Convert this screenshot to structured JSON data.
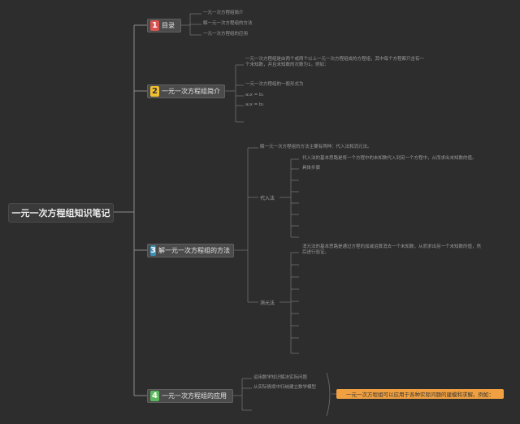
{
  "root": {
    "label": "一元一次方程组知识笔记"
  },
  "branches": [
    {
      "number": "1",
      "label": "目录",
      "badge_color": "#d9534f"
    },
    {
      "number": "2",
      "label": "一元一次方程组简介",
      "badge_color": "#f0c030"
    },
    {
      "number": "3",
      "label": "解一元一次方程组的方法",
      "badge_color": "#3a8fb7"
    },
    {
      "number": "4",
      "label": "一元一次方程组的应用",
      "badge_color": "#5cb85c"
    }
  ],
  "toc_items": [
    "一元一次方程组简介",
    "解一元一次方程组的方法",
    "一元一次方程组的应用"
  ],
  "intro": {
    "definition": "一元一次方程组是由两个或两个以上一元一次方程组成的方程组，其中每个方程都只含有一个未知数，并且未知数的次数为1。例如：",
    "general_form": "一元一次方程组的一般形式为",
    "lines": [
      "a₁x = b₁",
      "a₂x = b₂"
    ]
  },
  "methods": {
    "intro": "解一元一次方程组的方法主要有两种：代入法和消元法。",
    "substitution": {
      "label": "代入法",
      "desc": "代入法的基本思路是将一个方程中的未知数代入到另一个方程中，从而求出未知数的值。",
      "steps_label": "具体步骤"
    },
    "elimination": {
      "label": "消元法",
      "desc": "消元法的基本思路是通过方程的加减运算消去一个未知数，从而求出另一个未知数的值，然后进行验证。"
    }
  },
  "application": {
    "items": [
      "运用数学知识解决实际问题",
      "从实际情境中归纳建立数学模型"
    ],
    "callout": "一元一次方程组可以应用于各种实际问题的建模和求解。例如："
  }
}
